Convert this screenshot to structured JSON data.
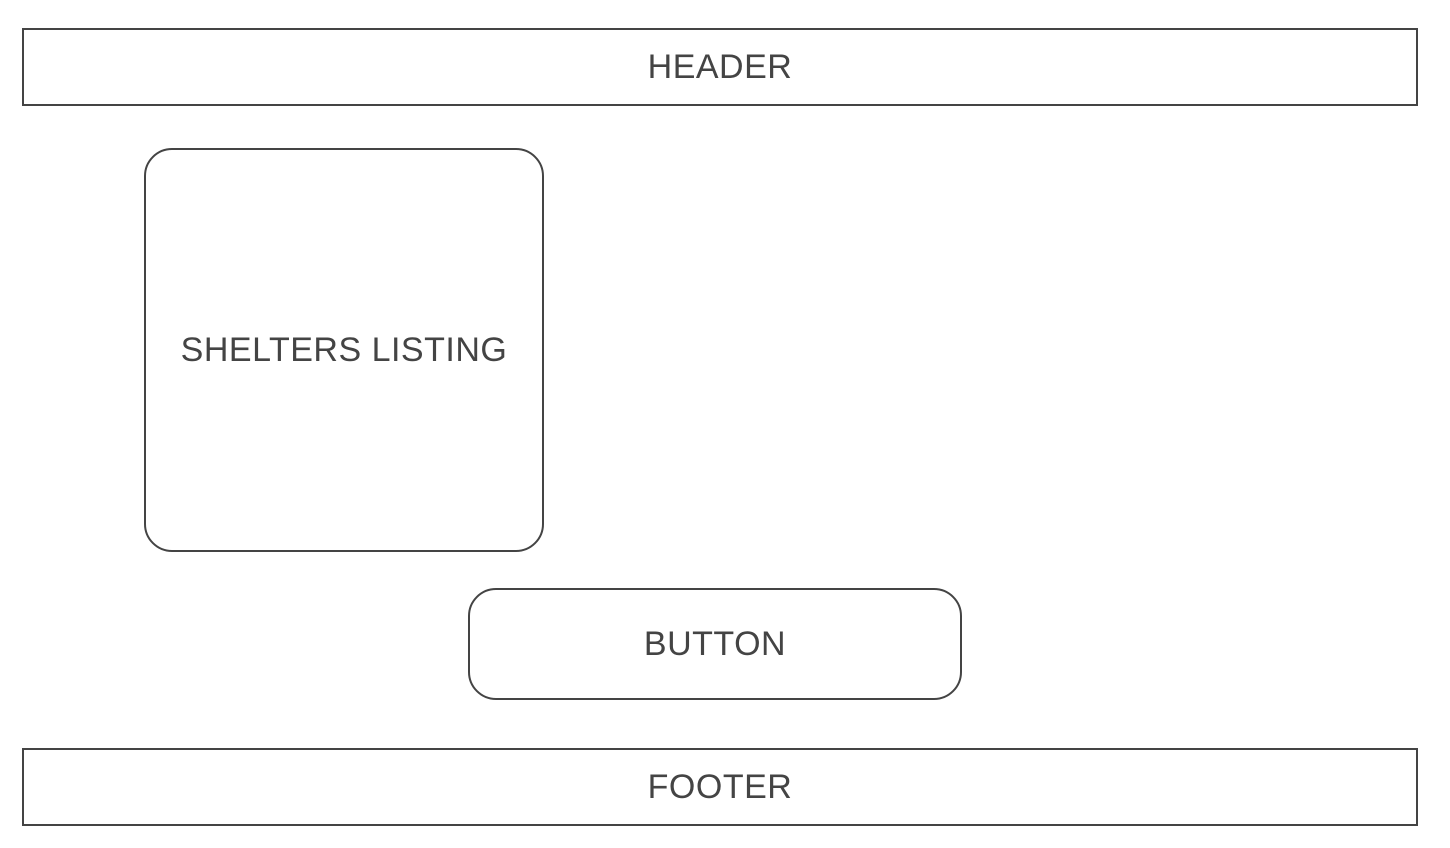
{
  "header": {
    "label": "HEADER"
  },
  "listing": {
    "label": "SHELTERS LISTING"
  },
  "action": {
    "label": "BUTTON"
  },
  "footer": {
    "label": "FOOTER"
  },
  "colors": {
    "stroke": "#444444",
    "background": "#ffffff"
  }
}
